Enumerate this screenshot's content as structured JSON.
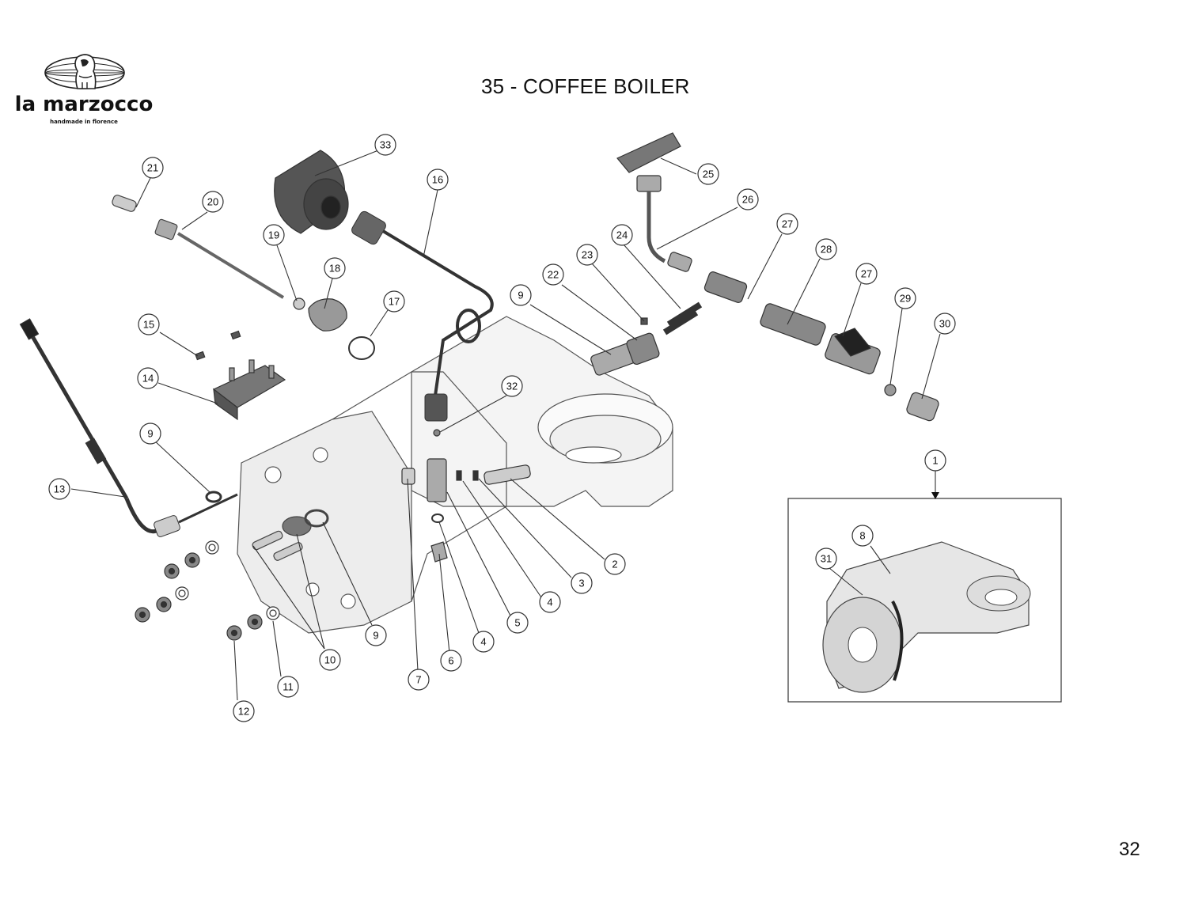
{
  "brand": {
    "name": "la marzocco",
    "tagline": "handmade in florence"
  },
  "title": "35 - COFFEE BOILER",
  "page_number": "32",
  "callouts": [
    "1",
    "2",
    "3",
    "4",
    "4",
    "5",
    "6",
    "7",
    "8",
    "9",
    "9",
    "9",
    "10",
    "11",
    "12",
    "13",
    "14",
    "15",
    "16",
    "17",
    "18",
    "19",
    "20",
    "21",
    "22",
    "23",
    "24",
    "25",
    "26",
    "27",
    "27",
    "28",
    "29",
    "30",
    "31",
    "32",
    "33"
  ]
}
